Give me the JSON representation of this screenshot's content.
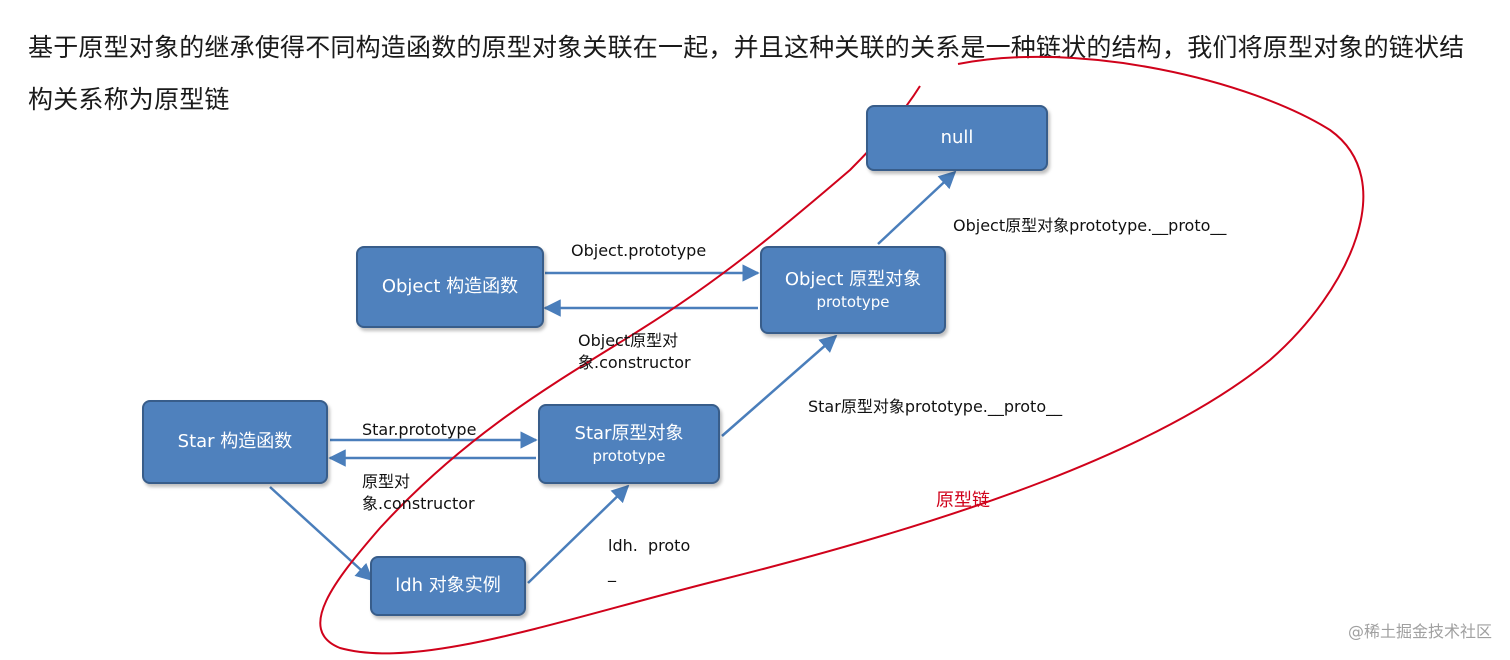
{
  "intro_text": "基于原型对象的继承使得不同构造函数的原型对象关联在一起，并且这种关联的关系是一种链状的结构，我们将原型对象的链状结构关系称为原型链",
  "nodes": {
    "null": {
      "main": "null"
    },
    "object_ctor": {
      "main": "Object 构造函数"
    },
    "object_proto": {
      "main": "Object 原型对象",
      "sub": "prototype"
    },
    "star_ctor": {
      "main": "Star 构造函数"
    },
    "star_proto": {
      "main": "Star原型对象",
      "sub": "prototype"
    },
    "ldh": {
      "main": "ldh 对象实例"
    }
  },
  "edge_labels": {
    "object_prototype": "Object.prototype",
    "object_constructor_1": "Object原型对",
    "object_constructor_2": "象.constructor",
    "object_proto_chain": "Object原型对象prototype.__proto__",
    "star_prototype": "Star.prototype",
    "star_constructor_1": "原型对",
    "star_constructor_2": "象.constructor",
    "star_proto_chain": "Star原型对象prototype.__proto__",
    "ldh_proto_1": "ldh.  proto",
    "ldh_proto_2": "_"
  },
  "annotation": "原型链",
  "watermark": "@稀土掘金技术社区",
  "colors": {
    "node_fill": "#4f81bd",
    "node_border": "#385d8a",
    "edge": "#4a7ebb",
    "annotation": "#d0021b"
  }
}
